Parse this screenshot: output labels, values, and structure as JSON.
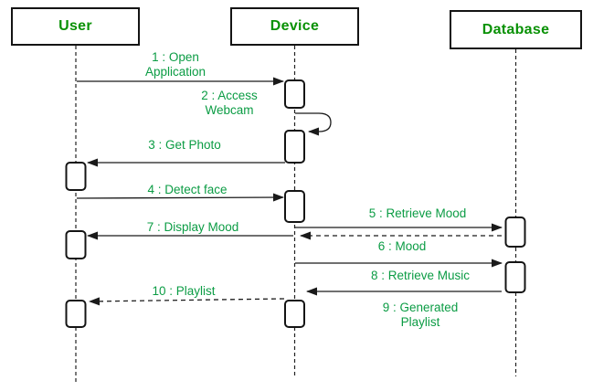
{
  "diagram": {
    "kind": "uml-sequence-diagram",
    "description": "Sequence diagram for mood-based music playlist generation"
  },
  "colors": {
    "actor_text": "#089104",
    "message_text": "#0b9c44",
    "line": "#1a1a1a",
    "background": "#ffffff"
  },
  "actors": [
    {
      "name": "User"
    },
    {
      "name": "Device"
    },
    {
      "name": "Database"
    }
  ],
  "messages": [
    {
      "seq": 1,
      "label": "1 : Open Application",
      "from": "User",
      "to": "Device",
      "style": "solid"
    },
    {
      "seq": 2,
      "label": "2 : Access Webcam",
      "from": "Device",
      "to": "Device",
      "style": "self"
    },
    {
      "seq": 3,
      "label": "3 : Get Photo",
      "from": "Device",
      "to": "User",
      "style": "solid"
    },
    {
      "seq": 4,
      "label": "4 : Detect face",
      "from": "User",
      "to": "Device",
      "style": "solid"
    },
    {
      "seq": 5,
      "label": "5 : Retrieve Mood",
      "from": "Device",
      "to": "Database",
      "style": "solid"
    },
    {
      "seq": 6,
      "label": "6 : Mood",
      "from": "Database",
      "to": "Device",
      "style": "dashed"
    },
    {
      "seq": 7,
      "label": "7 : Display Mood",
      "from": "Device",
      "to": "User",
      "style": "solid"
    },
    {
      "seq": 8,
      "label": "8 : Retrieve Music",
      "from": "Device",
      "to": "Database",
      "style": "solid"
    },
    {
      "seq": 9,
      "label": "9 : Generated Playlist",
      "from": "Database",
      "to": "Device",
      "style": "solid"
    },
    {
      "seq": 10,
      "label": "10 : Playlist",
      "from": "Device",
      "to": "User",
      "style": "dashed"
    }
  ]
}
